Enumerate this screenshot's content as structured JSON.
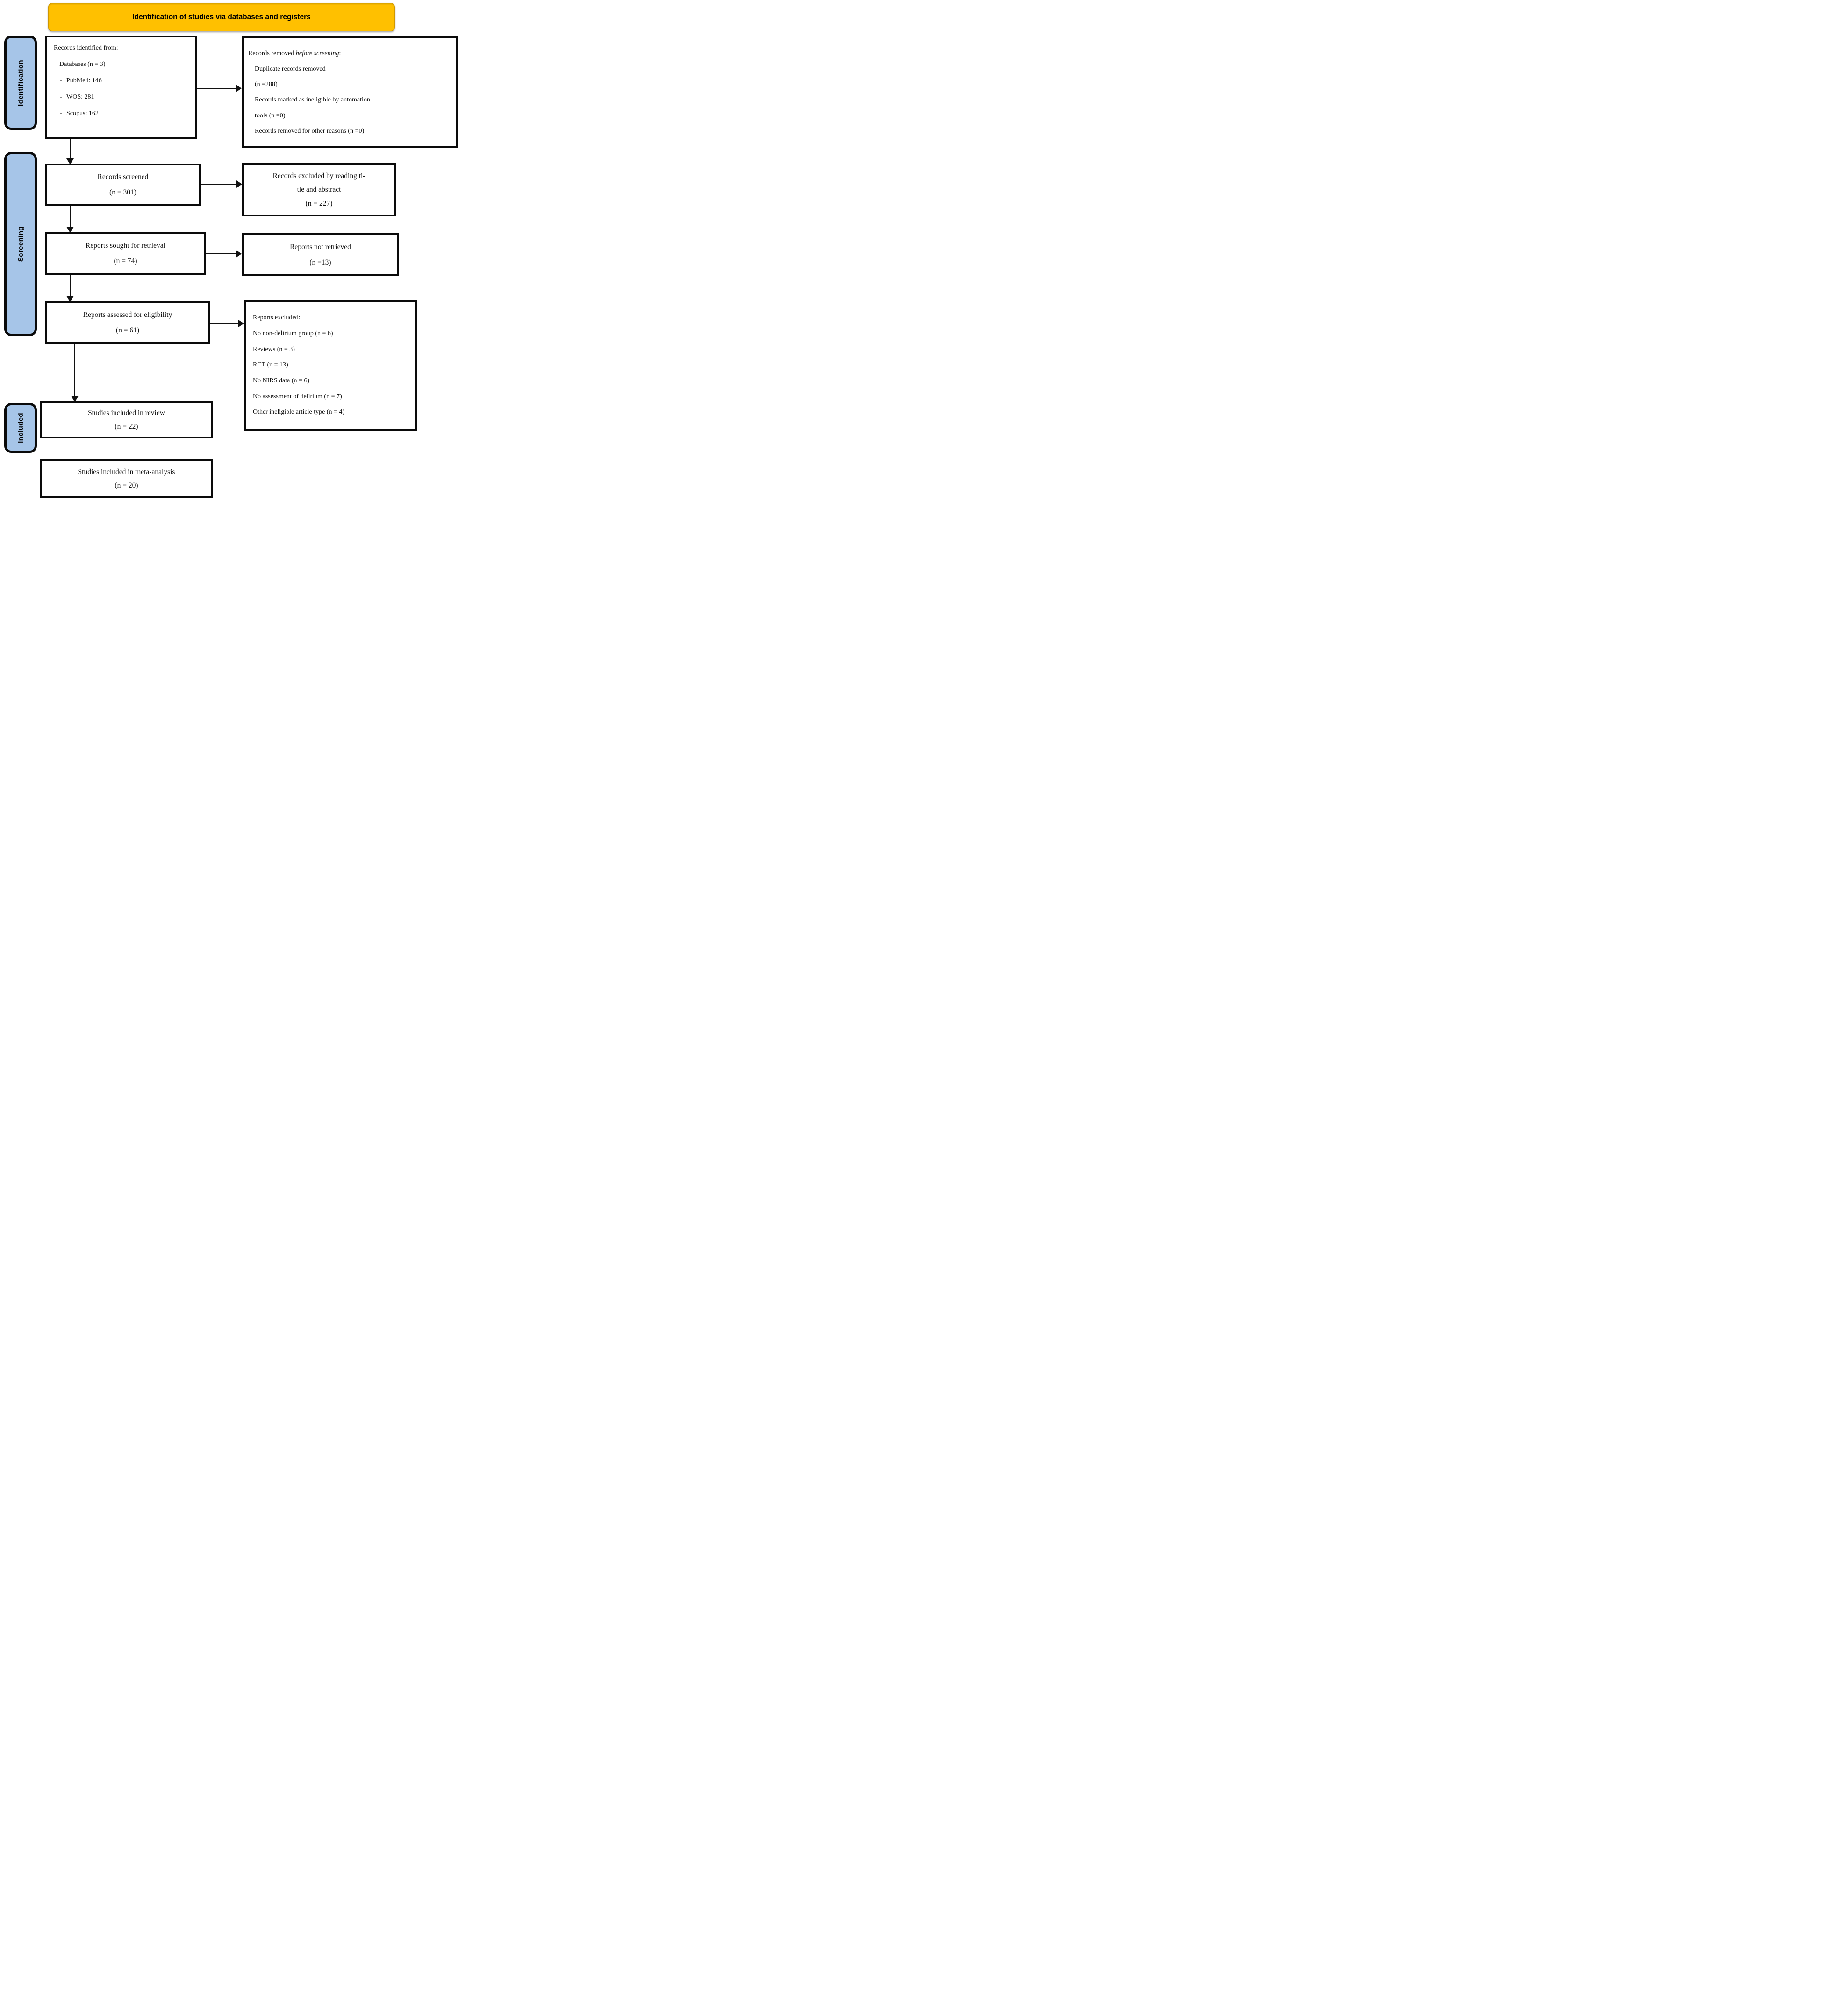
{
  "banner": {
    "title": "Identification of studies via databases and registers"
  },
  "sidebar": {
    "items": [
      {
        "label": "Identification"
      },
      {
        "label": "Screening"
      },
      {
        "label": "Included"
      }
    ]
  },
  "boxes": {
    "records_identified": {
      "header": "Records identified from:",
      "subheader": "Databases (n = 3)",
      "bullets": [
        {
          "dash": "-",
          "text": "PubMed: 146"
        },
        {
          "dash": "-",
          "text": "WOS: 281"
        },
        {
          "dash": "-",
          "text": "Scopus: 162"
        }
      ]
    },
    "records_removed": {
      "header_prefix": "Records removed ",
      "header_italic": "before screening",
      "header_suffix": ":",
      "lines": [
        "Duplicate records removed",
        "(n =288)",
        "Records marked as ineligible by automation",
        "tools (n =0)",
        "Records removed for other reasons (n =0)"
      ]
    },
    "records_screened": {
      "lines": [
        "Records screened",
        "(n = 301)"
      ]
    },
    "records_excluded_title_abstract": {
      "lines": [
        "Records excluded by reading ti-",
        "tle and abstract",
        "(n = 227)"
      ]
    },
    "reports_sought": {
      "lines": [
        "Reports sought for retrieval",
        "(n = 74)"
      ]
    },
    "reports_not_retrieved": {
      "lines": [
        "Reports not retrieved",
        "(n =13)"
      ]
    },
    "reports_assessed": {
      "lines": [
        "Reports assessed for eligibility",
        "(n = 61)"
      ]
    },
    "reports_excluded": {
      "header": "Reports excluded:",
      "lines": [
        "No non-delirium group (n = 6)",
        "Reviews (n = 3)",
        "RCT (n = 13)",
        "No NIRS data (n = 6)",
        "No assessment of delirium (n = 7)",
        "Other ineligible article type (n = 4)"
      ]
    },
    "studies_included_review": {
      "lines": [
        "Studies included in review",
        "(n = 22)"
      ]
    },
    "studies_included_meta": {
      "lines": [
        "Studies included in meta-analysis",
        "(n = 20)"
      ]
    }
  },
  "colors": {
    "banner_bg": "#FFC000",
    "sidebar_bg": "#A6C5E8",
    "box_border": "#0A0A0A",
    "text": "#141414"
  }
}
